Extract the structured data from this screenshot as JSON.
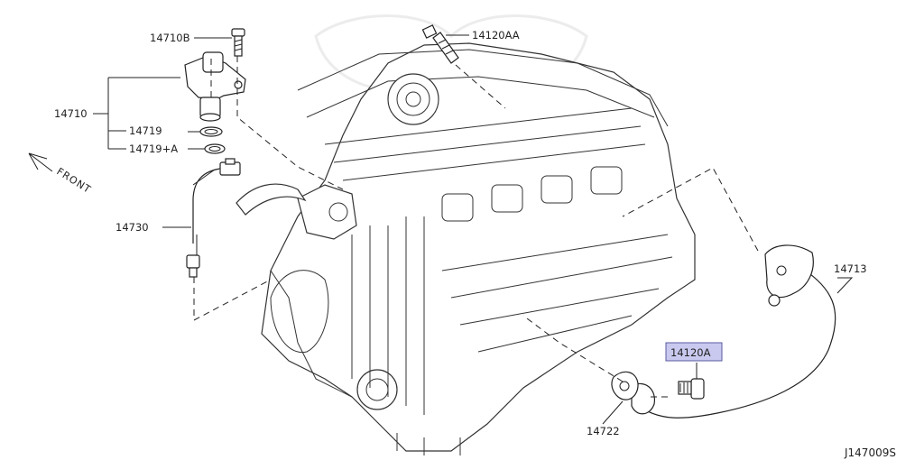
{
  "labels": {
    "p14710B": "14710B",
    "p14120AA": "14120AA",
    "p14710": "14710",
    "p14719": "14719",
    "p14719A": "14719+A",
    "p14730": "14730",
    "p14713": "14713",
    "p14120A": "14120A",
    "p14722": "14722",
    "front": "FRONT",
    "code": "J147009S"
  },
  "colors": {
    "highlight_fill": "#c9c9f0",
    "highlight_stroke": "#5a5aa0"
  }
}
